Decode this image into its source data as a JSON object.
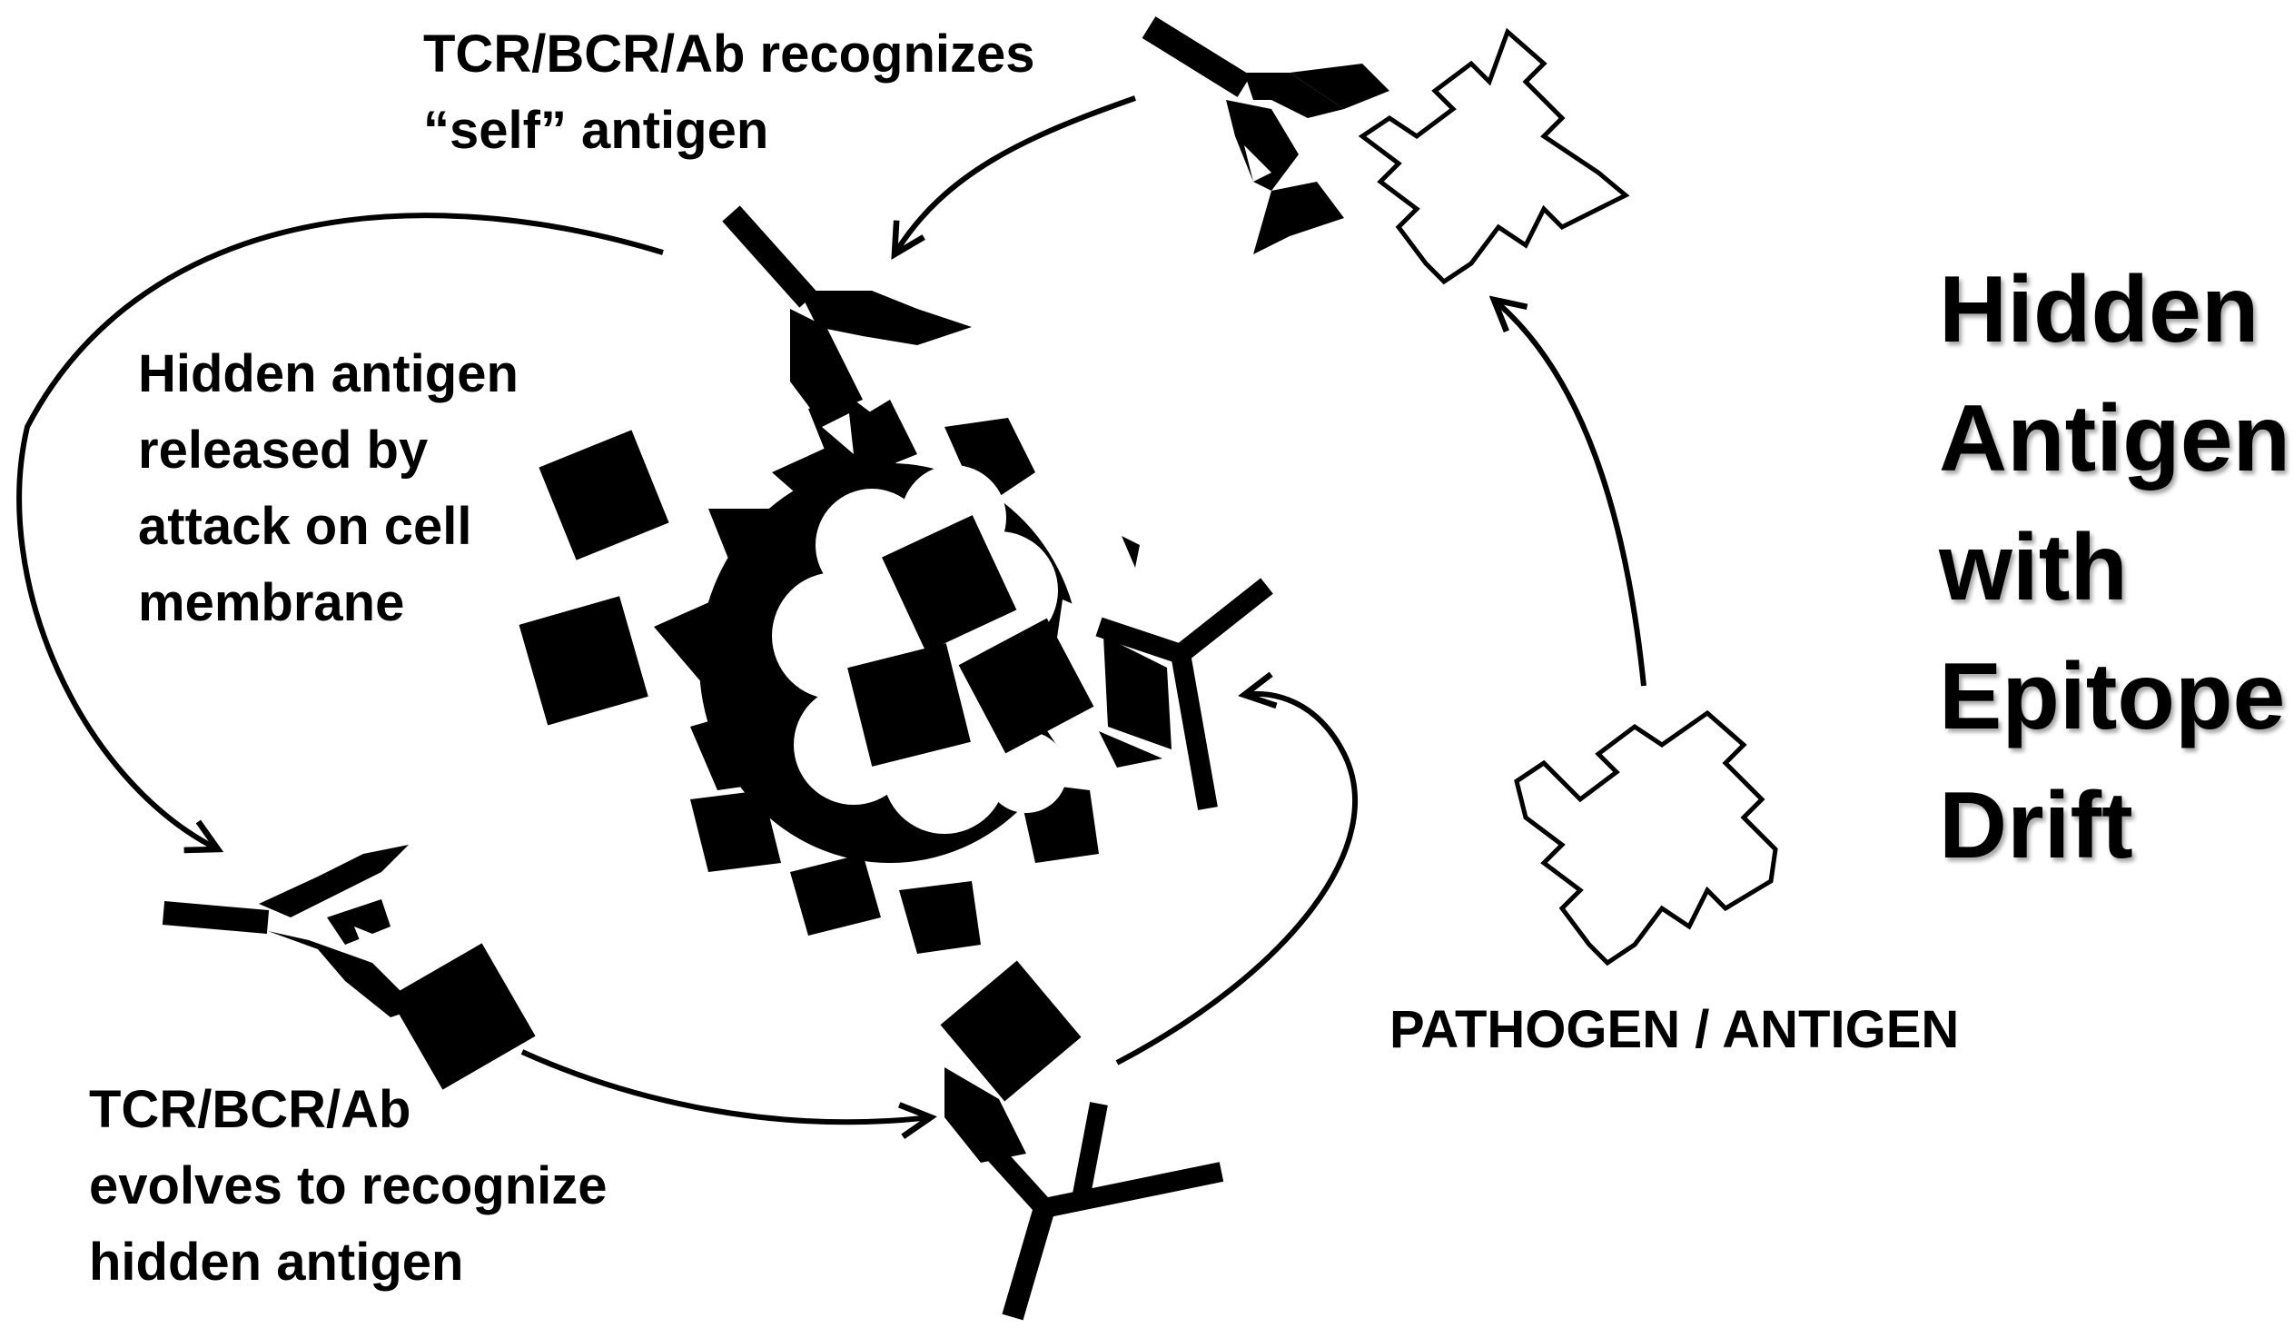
{
  "labels": {
    "self_recognition": [
      "TCR/BCR/Ab recognizes",
      "“self” antigen"
    ],
    "hidden_release": [
      "Hidden antigen",
      "released by",
      "attack on cell",
      "membrane"
    ],
    "evolves": [
      "TCR/BCR/Ab",
      "evolves to recognize",
      "hidden antigen"
    ],
    "pathogen": "PATHOGEN / ANTIGEN"
  },
  "title": [
    "Hidden",
    "Antigen",
    "with",
    "Epitope",
    "Drift"
  ],
  "colors": {
    "ink": "#000000",
    "background": "#ffffff"
  }
}
